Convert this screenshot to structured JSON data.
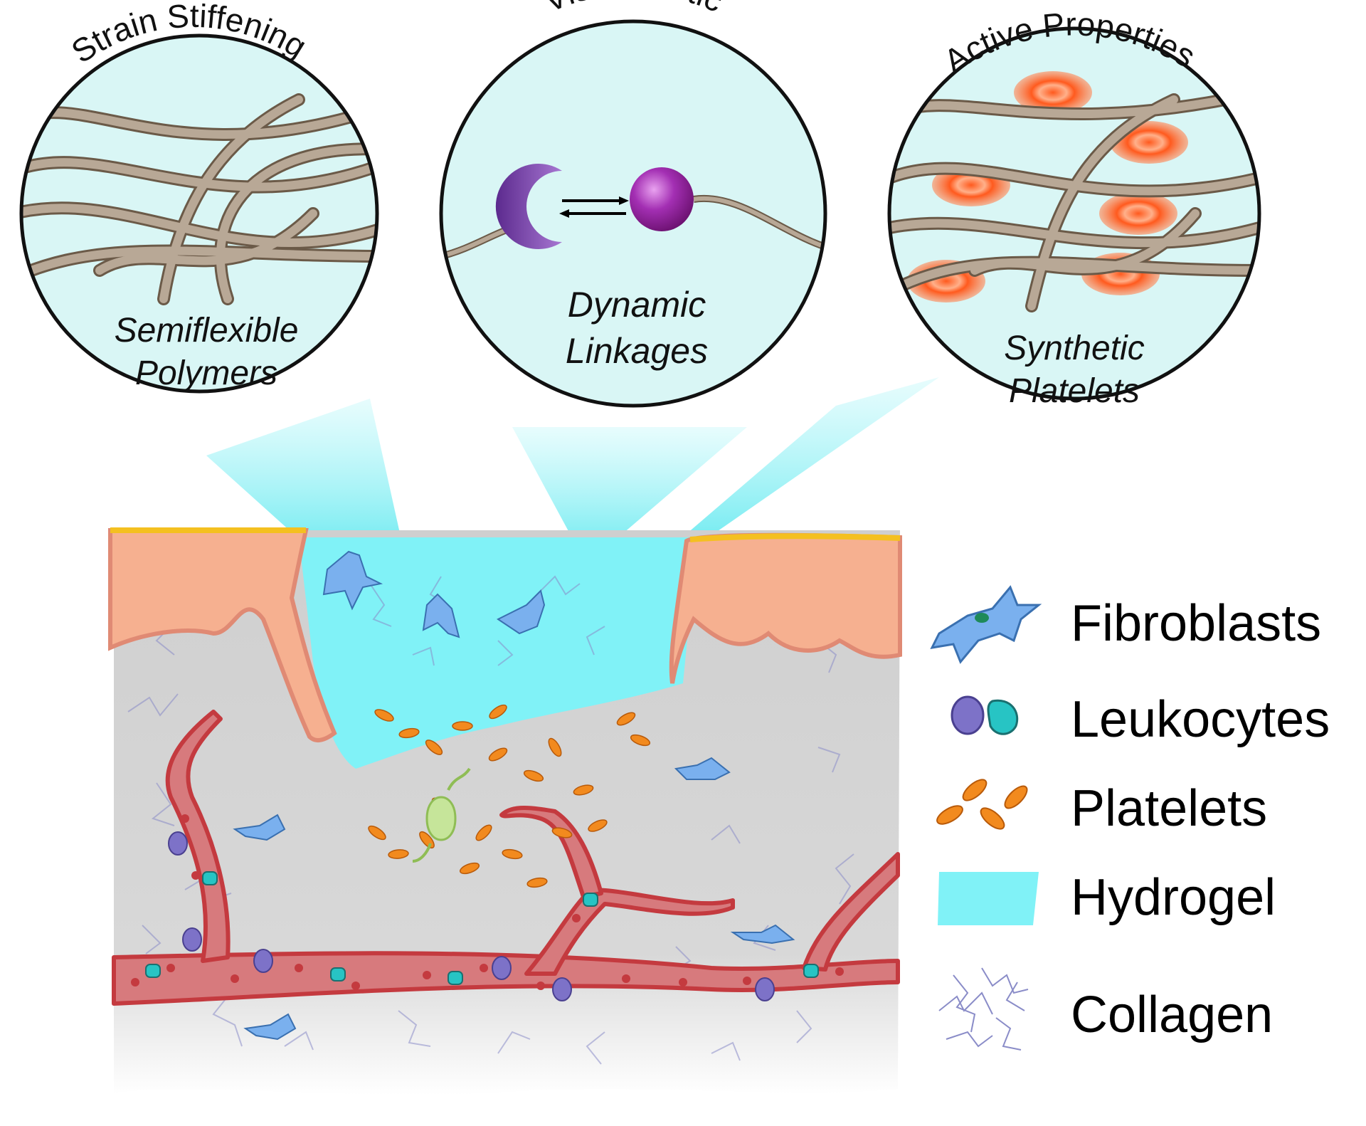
{
  "insets": [
    {
      "arc_title": "Strain Stiffening",
      "caption_line1": "Semiflexible",
      "caption_line2": "Polymers"
    },
    {
      "arc_title": "Viscoelastic",
      "caption_line1": "Dynamic",
      "caption_line2": "Linkages"
    },
    {
      "arc_title": "Active Properties",
      "caption_line1": "Synthetic",
      "caption_line2": "Platelets"
    }
  ],
  "legend": {
    "fibroblasts": "Fibroblasts",
    "leukocytes": "Leukocytes",
    "platelets": "Platelets",
    "hydrogel": "Hydrogel",
    "collagen": "Collagen"
  },
  "colors": {
    "hydrogel": "#80f2f7",
    "tissue_gray": "#d4d4d4",
    "epidermis": "#f6b090",
    "vessel": "#c43a3f",
    "fibroblast": "#7ab0ee",
    "leukocyte_purple": "#7d72c8",
    "leukocyte_teal": "#27c4c4",
    "platelet": "#f28a1e",
    "synthetic_platelet": "#ff5a1e",
    "fiber": "#a89682",
    "linkage_purple": "#7a3aa8",
    "collagen": "#8a8cc8"
  },
  "icons": {
    "fibroblast": "fibroblast-cell-icon",
    "leukocyte": "leukocyte-pair-icon",
    "platelet": "platelet-cluster-icon",
    "hydrogel": "hydrogel-swatch-icon",
    "collagen": "collagen-fiber-icon"
  }
}
